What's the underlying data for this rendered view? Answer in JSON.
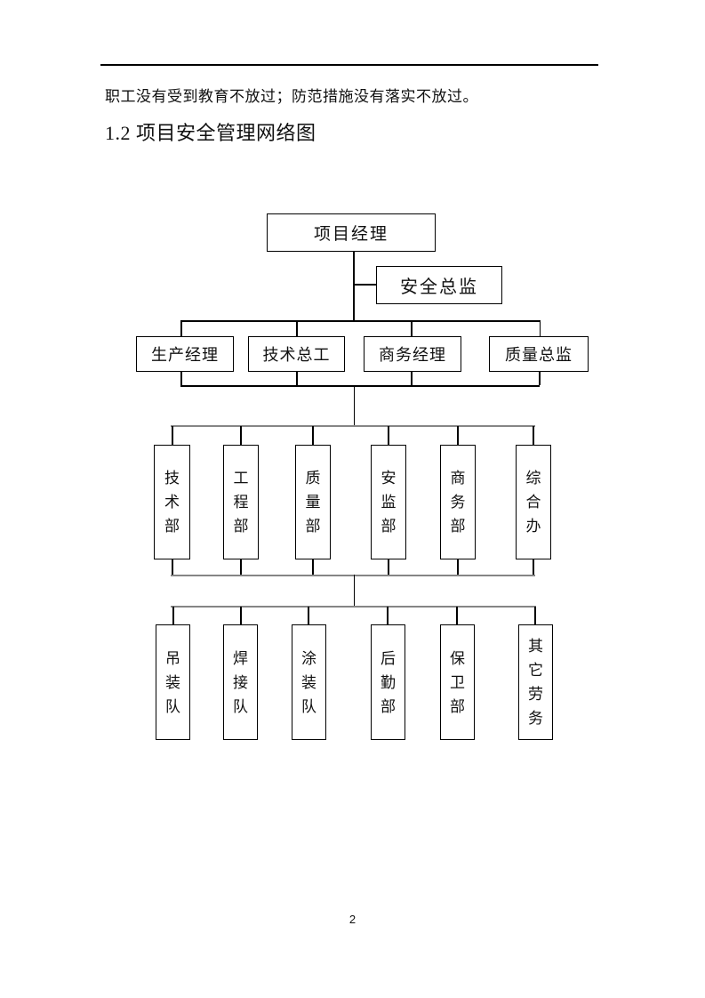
{
  "document": {
    "body_text": "职工没有受到教育不放过；防范措施没有落实不放过。",
    "heading": "1.2 项目安全管理网络图",
    "page_number": "2"
  },
  "org_chart": {
    "root": "项目经理",
    "staff": "安全总监",
    "level2": [
      "生产经理",
      "技术总工",
      "商务经理",
      "质量总监"
    ],
    "level3": [
      "技术部",
      "工程部",
      "质量部",
      "安监部",
      "商务部",
      "综合办"
    ],
    "level4": [
      "吊装队",
      "焊接队",
      "涂装队",
      "后勤部",
      "保卫部",
      "其它劳务"
    ]
  },
  "colors": {
    "line": "#000000",
    "bus_gray": "#858585",
    "text": "#111111",
    "background": "#ffffff"
  }
}
